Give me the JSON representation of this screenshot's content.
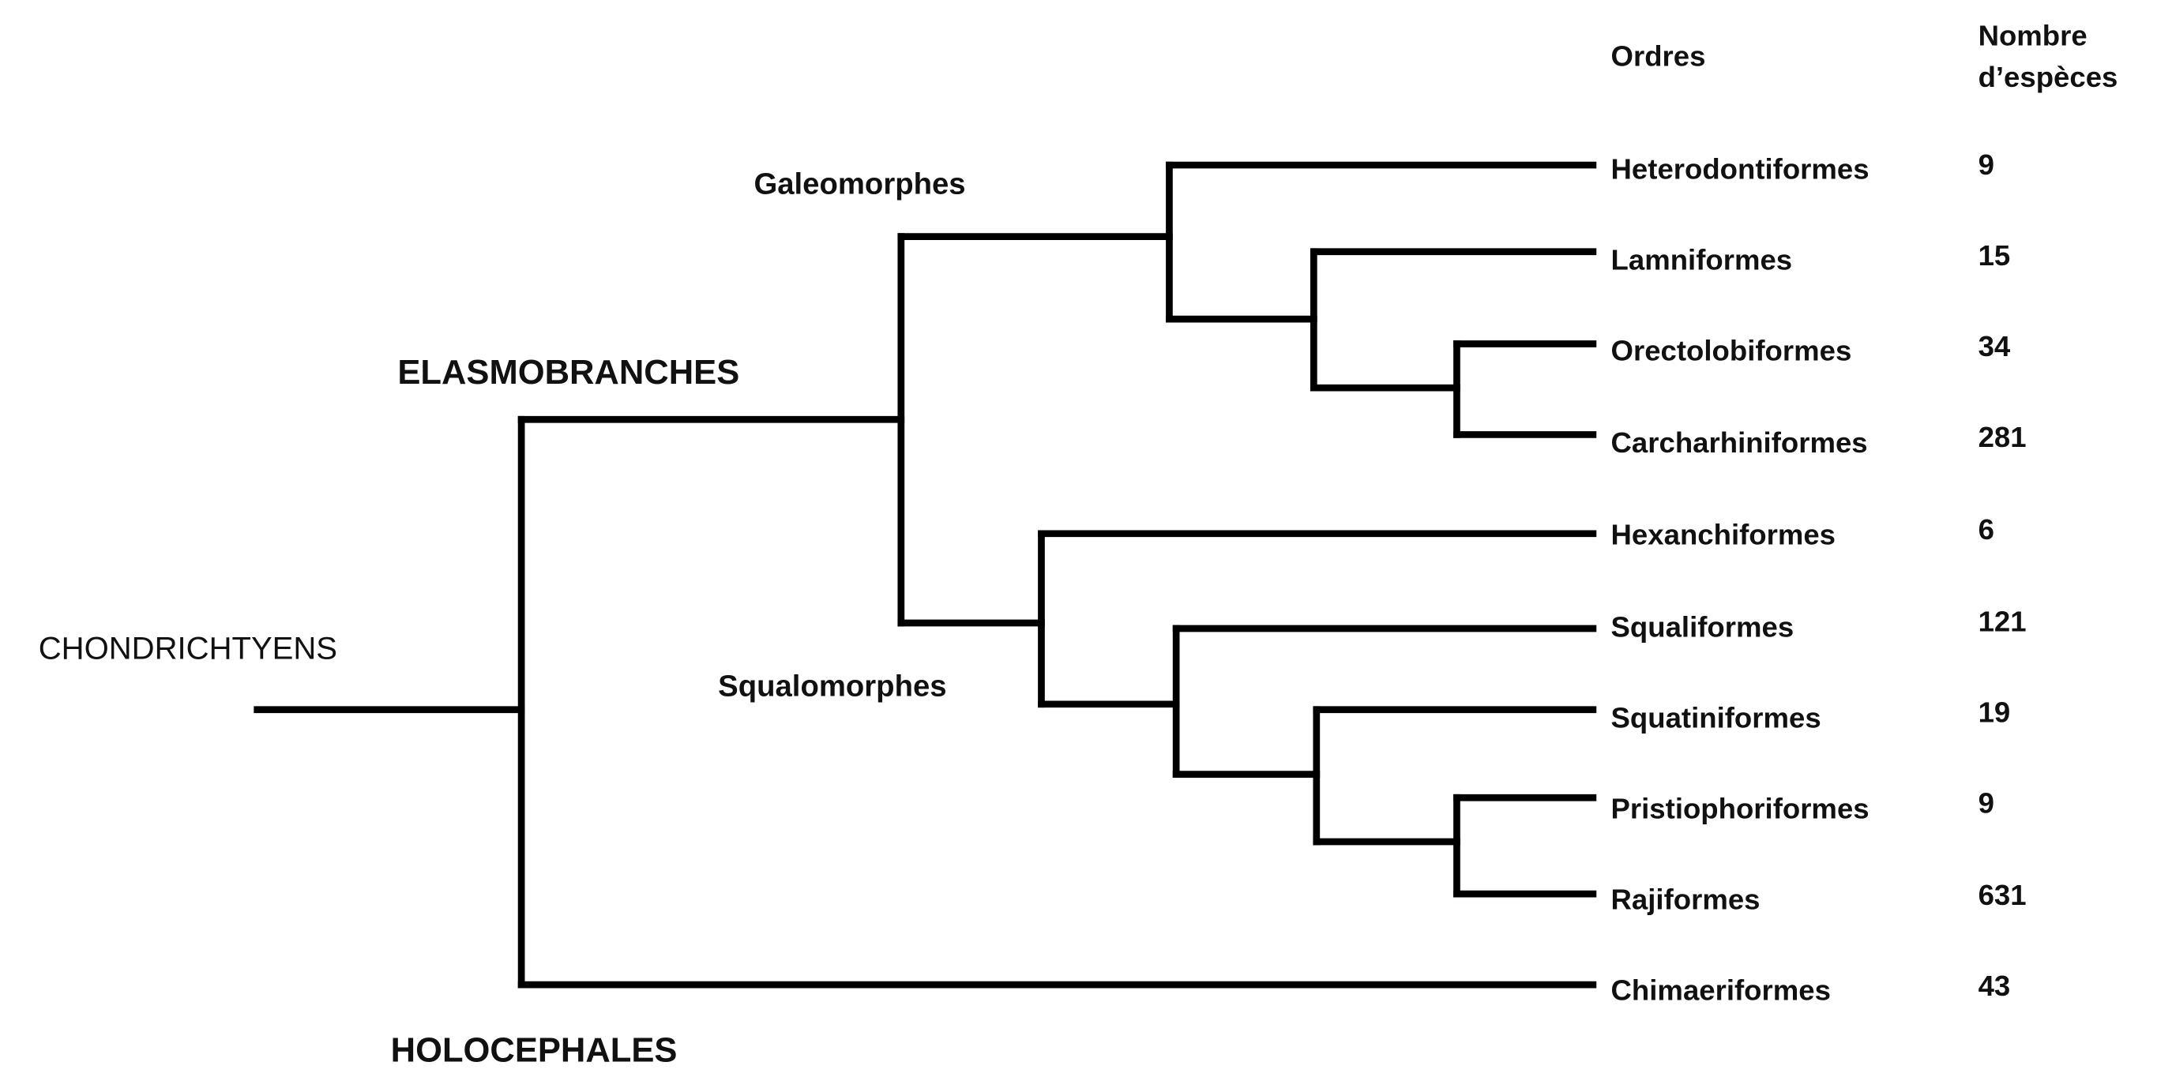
{
  "headers": {
    "orders": "Ordres",
    "count_line1": "Nombre",
    "count_line2": "d’espèces"
  },
  "clades": {
    "root": "CHONDRICHTYENS",
    "elasmo": "ELASMOBRANCHES",
    "holo": "HOLOCEPHALES",
    "galeo": "Galeomorphes",
    "squalo": "Squalomorphes"
  },
  "orders": [
    {
      "name": "Heterodontiformes",
      "species": "9"
    },
    {
      "name": "Lamniformes",
      "species": "15"
    },
    {
      "name": "Orectolobiformes",
      "species": "34"
    },
    {
      "name": "Carcharhiniformes",
      "species": "281"
    },
    {
      "name": "Hexanchiformes",
      "species": "6"
    },
    {
      "name": "Squaliformes",
      "species": "121"
    },
    {
      "name": "Squatiniformes",
      "species": "19"
    },
    {
      "name": "Pristiophoriformes",
      "species": "9"
    },
    {
      "name": "Rajiformes",
      "species": "631"
    },
    {
      "name": "Chimaeriformes",
      "species": "43"
    }
  ]
}
